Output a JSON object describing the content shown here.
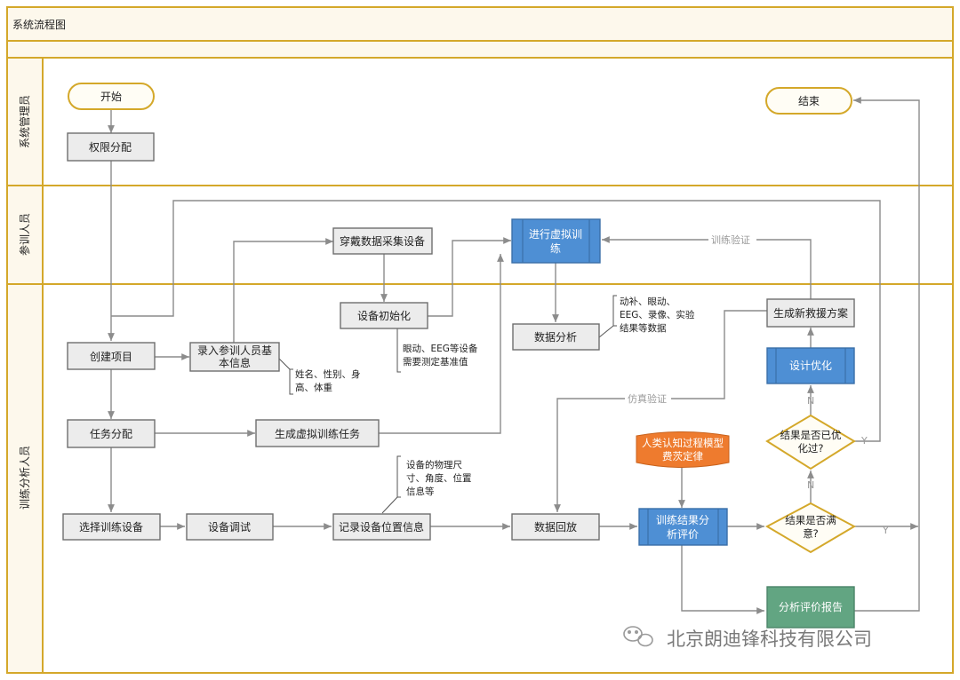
{
  "title": "系统流程图",
  "lanes": [
    "系统管理员",
    "参训人员",
    "训练分析人员"
  ],
  "nodes": {
    "start": "开始",
    "perm": "权限分配",
    "end": "结束",
    "wear": "穿戴数据采集设备",
    "vtrain": [
      "进行虚拟训",
      "练"
    ],
    "init": "设备初始化",
    "create": "创建项目",
    "enter": [
      "录入参训人员基",
      "本信息"
    ],
    "analysis": "数据分析",
    "newplan": "生成新救援方案",
    "design": "设计优化",
    "task": "任务分配",
    "gentask": "生成虚拟训练任务",
    "optimized": [
      "结果是否已优",
      "化过?"
    ],
    "cogmodel": [
      "人类认知过程模型",
      "费茨定律"
    ],
    "select": "选择训练设备",
    "debug": "设备调试",
    "record": "记录设备位置信息",
    "replay": "数据回放",
    "evaluate": [
      "训练结果分",
      "析评价"
    ],
    "satisfied": [
      "结果是否满",
      "意?"
    ],
    "report": "分析评价报告"
  },
  "notes": {
    "init": [
      "眼动、EEG等设备",
      "需要测定基准值"
    ],
    "enter": [
      "姓名、性别、身",
      "高、体重"
    ],
    "analysis": [
      "动补、眼动、",
      "EEG、录像、实验",
      "结果等数据"
    ],
    "record": [
      "设备的物理尺",
      "寸、角度、位置",
      "信息等"
    ]
  },
  "edge_labels": {
    "train_verify": "训练验证",
    "sim_verify": "仿真验证",
    "n1": "N",
    "n2": "N",
    "y1": "Y",
    "y2": "Y"
  },
  "watermark": "北京朗迪锋科技有限公司",
  "colors": {
    "lane_border": "#d4a82a",
    "lane_header": "#fdf8ec",
    "box_fill": "#ececec",
    "box_stroke": "#6e6e6e",
    "blue": "#4e8fd4",
    "orange": "#ee7b2e",
    "green": "#62a582",
    "decision_fill": "#fffdf5",
    "decision_stroke": "#d4a82a",
    "edge": "#8c8c8c"
  }
}
